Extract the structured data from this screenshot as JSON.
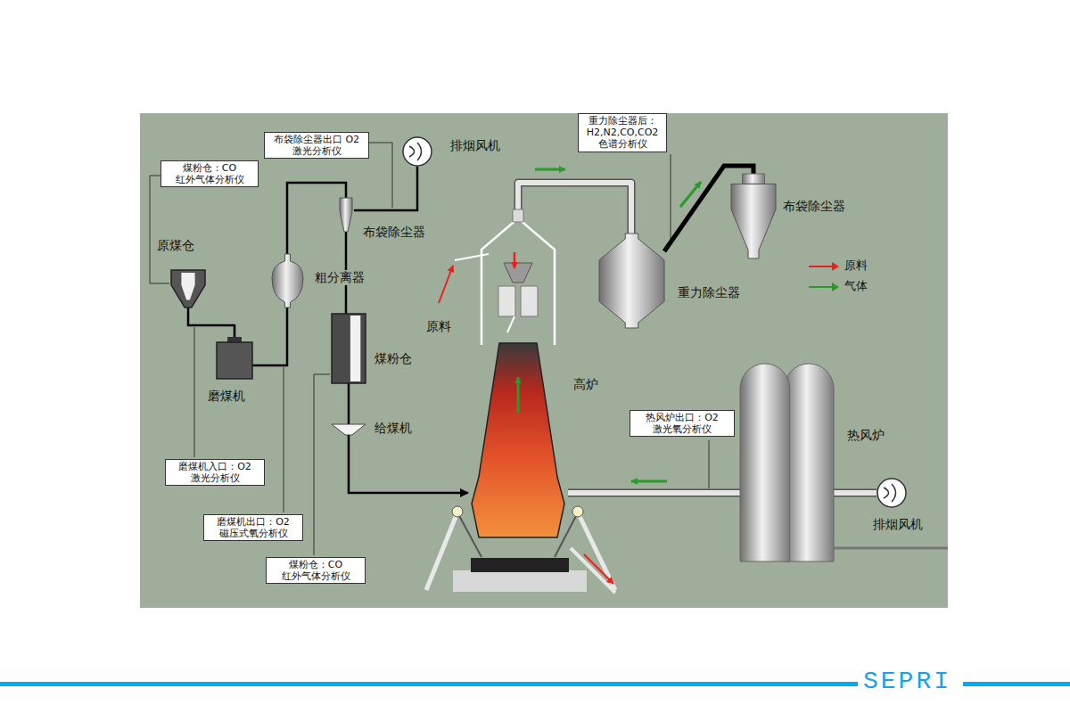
{
  "diagram": {
    "nodes": [
      {
        "text": [
          "重力除尘器后： H2,N2,CO,CO2 色谱分析仪"
        ]
      },
      {
        "text": [
          "布袋除尘器出口 O2 激光分析仪"
        ]
      },
      {
        "text": [
          "排烟风机"
        ]
      },
      {
        "text": [
          "煤粉仓：CO 红外气体分析仪"
        ]
      },
      {
        "text": [
          "布袋除尘器"
        ]
      },
      {
        "text": [
          "布袋除尘器"
        ]
      },
      {
        "text": [
          "原煤仓"
        ]
      },
      {
        "text": [
          "粗分离器"
        ]
      },
      {
        "text": [
          "重力除尘器"
        ]
      },
      {
        "text": [
          "煤粉仓"
        ]
      },
      {
        "text": [
          "磨煤机"
        ]
      },
      {
        "text": [
          "高炉"
        ]
      },
      {
        "text": [
          "热风炉"
        ]
      },
      {
        "text": [
          "给煤机"
        ]
      },
      {
        "text": [
          "热风炉出口：O2 激光氧分析仪"
        ]
      },
      {
        "text": [
          "磨煤机入口：O2 激光分析仪"
        ]
      },
      {
        "text": [
          "排烟风机"
        ]
      },
      {
        "text": [
          "磨煤机出口：O2 磁压式氧分析仪"
        ]
      },
      {
        "text": [
          "煤粉仓：CO 红外气体分析仪"
        ]
      }
    ],
    "edges": [
      {
        "from": 6,
        "to": 10,
        "arrow": "none"
      },
      {
        "from": 10,
        "to": 7,
        "arrow": "none"
      },
      {
        "from": 7,
        "to": 4,
        "arrow": "none"
      },
      {
        "from": 4,
        "to": 2,
        "arrow": "none"
      },
      {
        "from": 4,
        "to": 9,
        "arrow": "none"
      },
      {
        "from": 9,
        "to": 13,
        "arrow": "none"
      },
      {
        "from": 13,
        "to": 11,
        "arrow": "to"
      },
      {
        "from": 11,
        "to": 8,
        "arrow": "none"
      },
      {
        "from": 8,
        "to": 5,
        "arrow": "none"
      },
      {
        "from": 12,
        "to": 11,
        "arrow": "none"
      },
      {
        "from": 12,
        "to": 16,
        "arrow": "none"
      }
    ],
    "labels": [
      "原料",
      "SEPRI"
    ],
    "legend": [
      {
        "text": "原料"
      },
      {
        "text": "气体"
      }
    ]
  }
}
